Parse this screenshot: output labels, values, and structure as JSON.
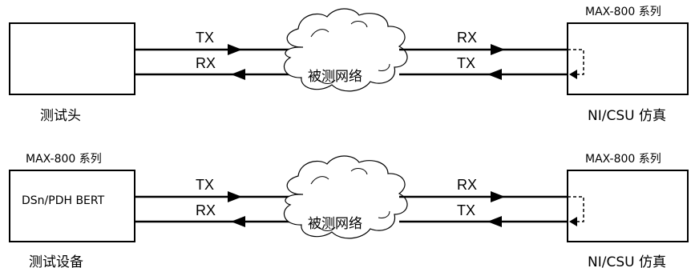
{
  "top": {
    "left_caption": "测试头",
    "right_title": "MAX-800 系列",
    "right_caption": "NI/CSU 仿真",
    "cloud_label": "被测网络",
    "left_tx": "TX",
    "left_rx": "RX",
    "right_rx": "RX",
    "right_tx": "TX"
  },
  "bottom": {
    "left_title": "MAX-800 系列",
    "left_box_text": "DSn/PDH BERT",
    "left_caption": "测试设备",
    "right_title": "MAX-800 系列",
    "right_caption": "NI/CSU 仿真",
    "cloud_label": "被测网络",
    "left_tx": "TX",
    "left_rx": "RX",
    "right_rx": "RX",
    "right_tx": "TX"
  }
}
